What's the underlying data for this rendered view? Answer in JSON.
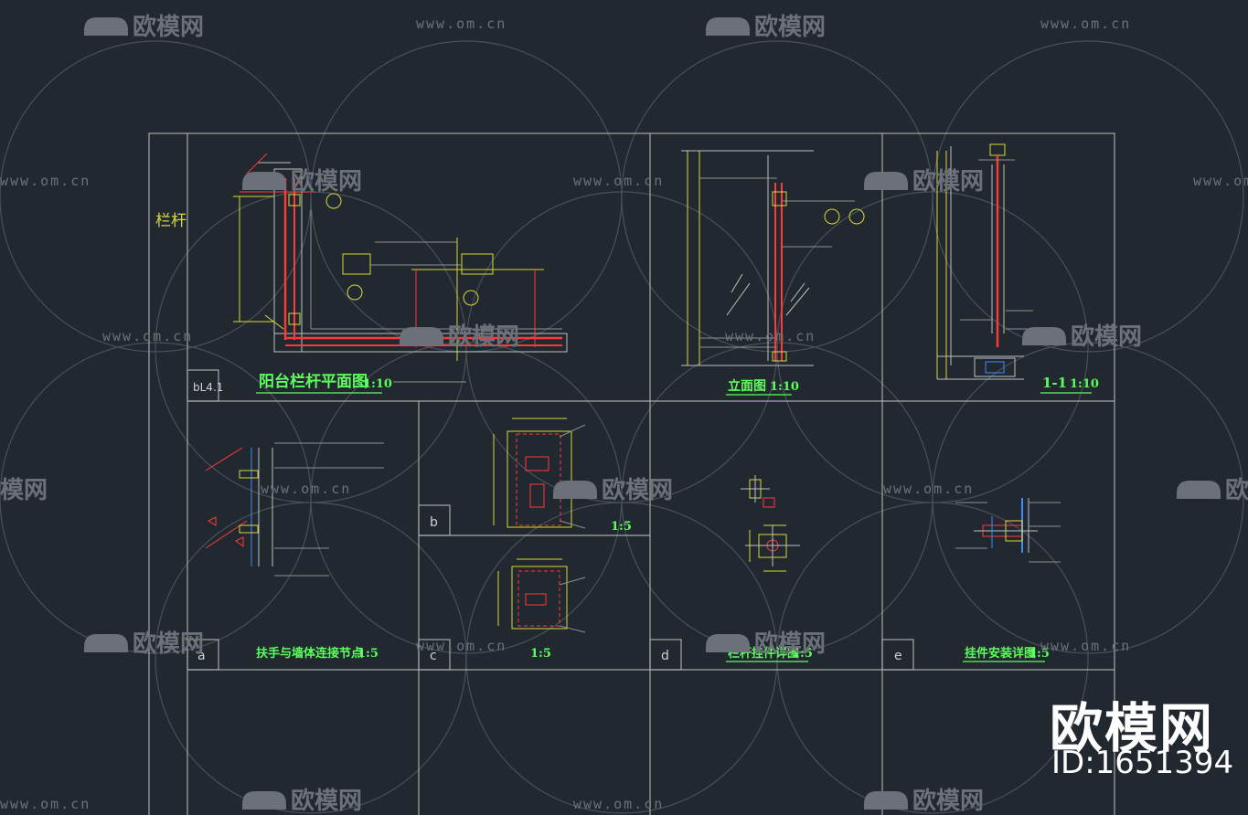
{
  "sheet": {
    "category_label": "栏杆",
    "sheet_code": "bL4.1"
  },
  "panels": {
    "plan": {
      "title": "阳台栏杆平面图",
      "scale": "1:10"
    },
    "elevation": {
      "title": "立面图",
      "scale": "1:10"
    },
    "section": {
      "title": "1-1",
      "scale": "1:10"
    },
    "detail_a": {
      "tag": "a",
      "title": "扶手与墙体连接节点",
      "scale": "1:5"
    },
    "detail_b": {
      "tag": "b",
      "scale": "1:5"
    },
    "detail_c": {
      "tag": "c",
      "scale": "1:5"
    },
    "detail_d": {
      "tag": "d",
      "title": "栏杆挂件详图",
      "scale": "1:5"
    },
    "detail_e": {
      "tag": "e",
      "title": "挂件安装详图",
      "scale": "1:5"
    }
  },
  "watermark": {
    "brand": "欧模网",
    "url": "www.om.cn",
    "id_text": "ID:1651394"
  },
  "colors": {
    "background": "#212830",
    "frame_line": "#a8a8a8",
    "title_green": "#5cff5c",
    "cad_red": "#ff3a3a",
    "cad_yellow": "#d8d83a",
    "cad_green": "#6cff6c",
    "watermark_gray": "#6c7179"
  }
}
